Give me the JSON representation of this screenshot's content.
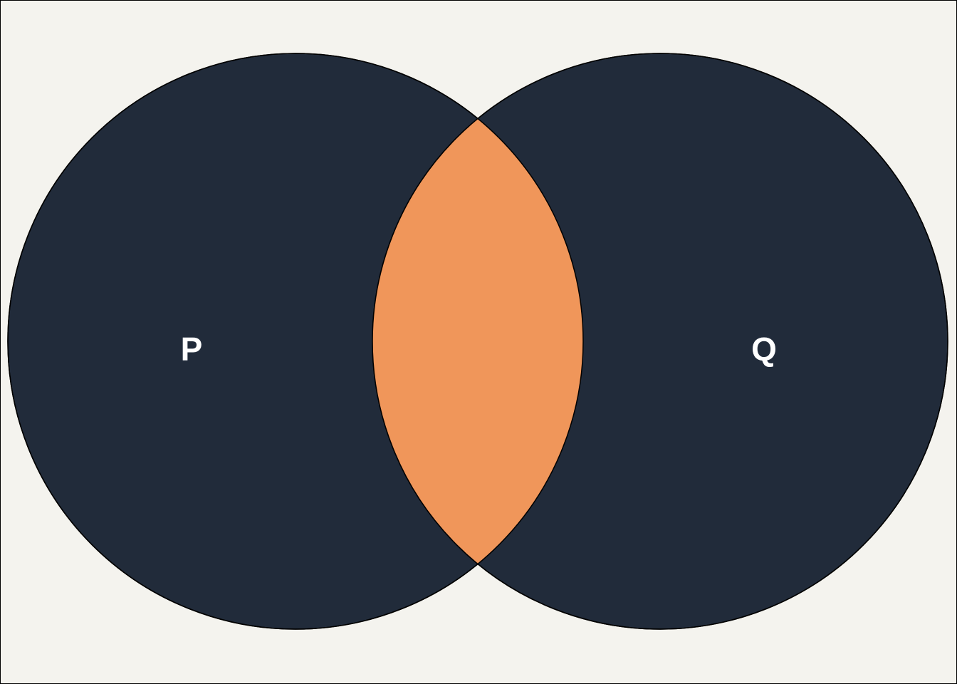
{
  "diagram": {
    "type": "venn-two-set",
    "sets": [
      {
        "label": "P"
      },
      {
        "label": "Q"
      }
    ],
    "highlighted_region": "intersection"
  },
  "colors": {
    "background": "#f4f3ee",
    "set_fill": "#212b3a",
    "intersection_fill": "#f0965a",
    "label": "#ffffff",
    "stroke": "#000000"
  }
}
